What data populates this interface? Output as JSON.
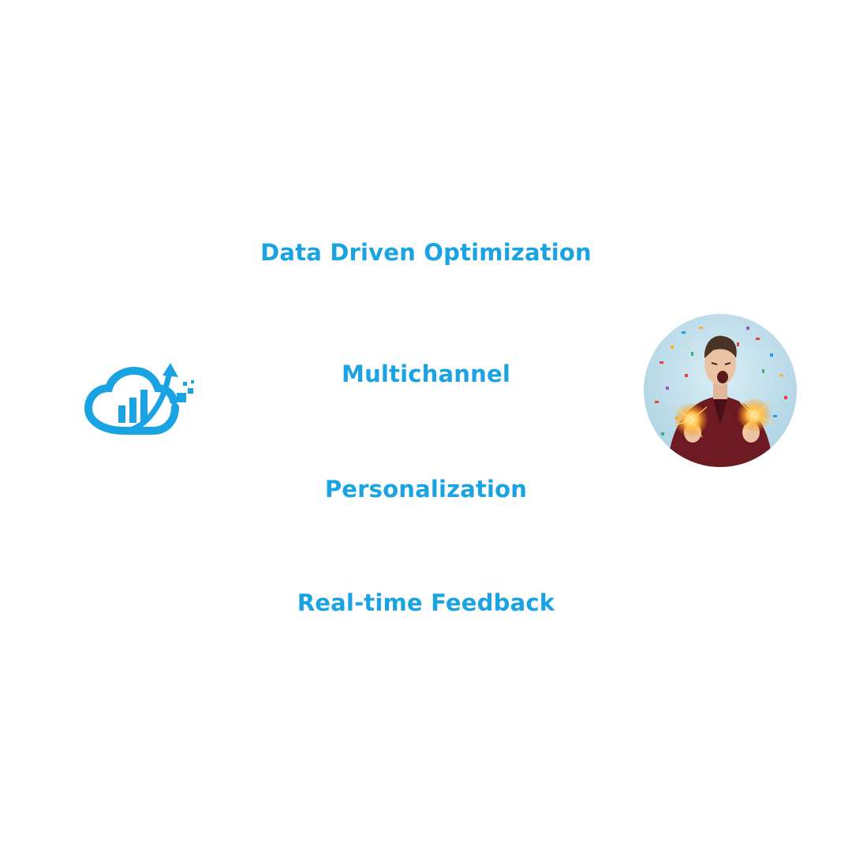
{
  "features": [
    "Data Driven Optimization",
    "Multichannel",
    "Personalization",
    "Real-time Feedback"
  ],
  "colors": {
    "accent": "#1aa3e3",
    "background": "#ffffff"
  },
  "icons": {
    "logo": "cloud-growth-chart-icon"
  },
  "photo": {
    "subject": "celebrating-man-with-sparklers-photo"
  }
}
